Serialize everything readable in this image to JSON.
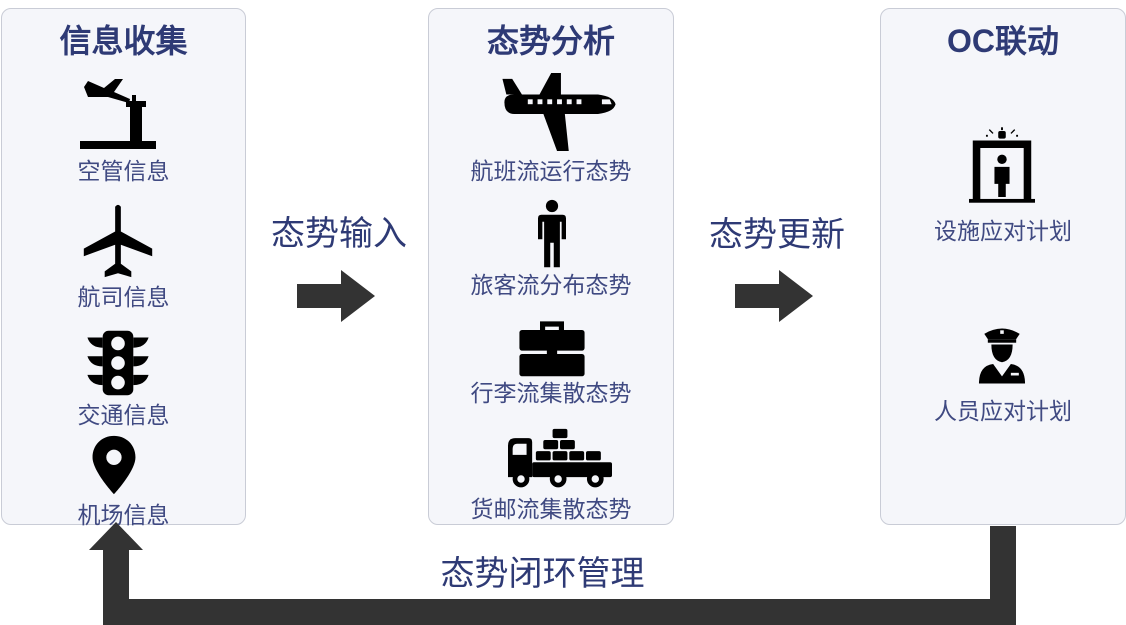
{
  "colors": {
    "title": "#2e3a75",
    "label": "#404a82",
    "panel_bg": "#f5f6fa",
    "panel_border": "#c9ccd6",
    "arrow": "#333333",
    "icon": "#000000"
  },
  "panels": {
    "collect": {
      "title": "信息收集",
      "items": [
        {
          "label": "空管信息",
          "icon": "control-tower-icon"
        },
        {
          "label": "航司信息",
          "icon": "airplane-icon"
        },
        {
          "label": "交通信息",
          "icon": "traffic-light-icon"
        },
        {
          "label": "机场信息",
          "icon": "map-pin-icon"
        }
      ]
    },
    "analysis": {
      "title": "态势分析",
      "items": [
        {
          "label": "航班流运行态势",
          "icon": "jet-icon"
        },
        {
          "label": "旅客流分布态势",
          "icon": "person-icon"
        },
        {
          "label": "行李流集散态势",
          "icon": "suitcase-icon"
        },
        {
          "label": "货邮流集散态势",
          "icon": "cargo-truck-icon"
        }
      ]
    },
    "oc": {
      "title": "OC联动",
      "items": [
        {
          "label": "设施应对计划",
          "icon": "security-gate-icon"
        },
        {
          "label": "人员应对计划",
          "icon": "officer-icon"
        }
      ]
    }
  },
  "flows": {
    "input": "态势输入",
    "update": "态势更新",
    "loop": "态势闭环管理"
  }
}
